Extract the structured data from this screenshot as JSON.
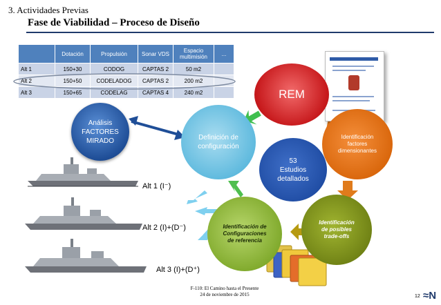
{
  "header": {
    "section": "3.   Actividades Previas",
    "title": "Fase de Viabilidad – Proceso de Diseño"
  },
  "table": {
    "headers": [
      "",
      "Dotación",
      "Propulsión",
      "Sonar VDS",
      "Espacio multimisión",
      "..."
    ],
    "rows": [
      [
        "Alt 1",
        "150+30",
        "CODOG",
        "CAPTAS 2",
        "50 m2",
        ""
      ],
      [
        "Alt 2",
        "150+50",
        "CODELADOG",
        "CAPTAS 2",
        "200 m2",
        ""
      ],
      [
        "Alt 3",
        "150+65",
        "CODELAG",
        "CAPTAS 4",
        "240 m2",
        ""
      ]
    ]
  },
  "diagram": {
    "analisis": [
      "Análisis",
      "FACTORES",
      "MIRADO"
    ],
    "rem": "REM",
    "identificacion_factores": [
      "Identificación",
      "factores",
      "dimensionantes"
    ],
    "identificacion_alternativas": [
      "Identificación",
      "de posibles",
      "trade-offs"
    ],
    "identificacion_configuraciones": [
      "Identificación de",
      "Configuraciones",
      "de referencia"
    ],
    "definicion": [
      "Definición de",
      "configuración"
    ],
    "estudios": [
      "53",
      "Estudios",
      "detallados"
    ]
  },
  "ships": {
    "alt1": "Alt 1 (I⁻)",
    "alt2": "Alt 2 (I)+(D⁻)",
    "alt3": "Alt 3 (I)+(D⁺)"
  },
  "footer": {
    "line1": "F-110: El Camino hasta el Presente",
    "line2": "24 de noviembre de 2015",
    "page": "12",
    "logo": "≈N"
  },
  "colors": {
    "rem": "#c7191c",
    "orange": "#d8650a",
    "olive": "#6e8014",
    "lightgreen": "#7ea82a",
    "lightblue": "#5bb8dd",
    "blue": "#1f4ca3",
    "arrow_green": "#3fbf4f",
    "arrow_orange": "#e07b1c",
    "arrow_olive": "#b69a10",
    "arrow_blue": "#7fd0ef"
  }
}
